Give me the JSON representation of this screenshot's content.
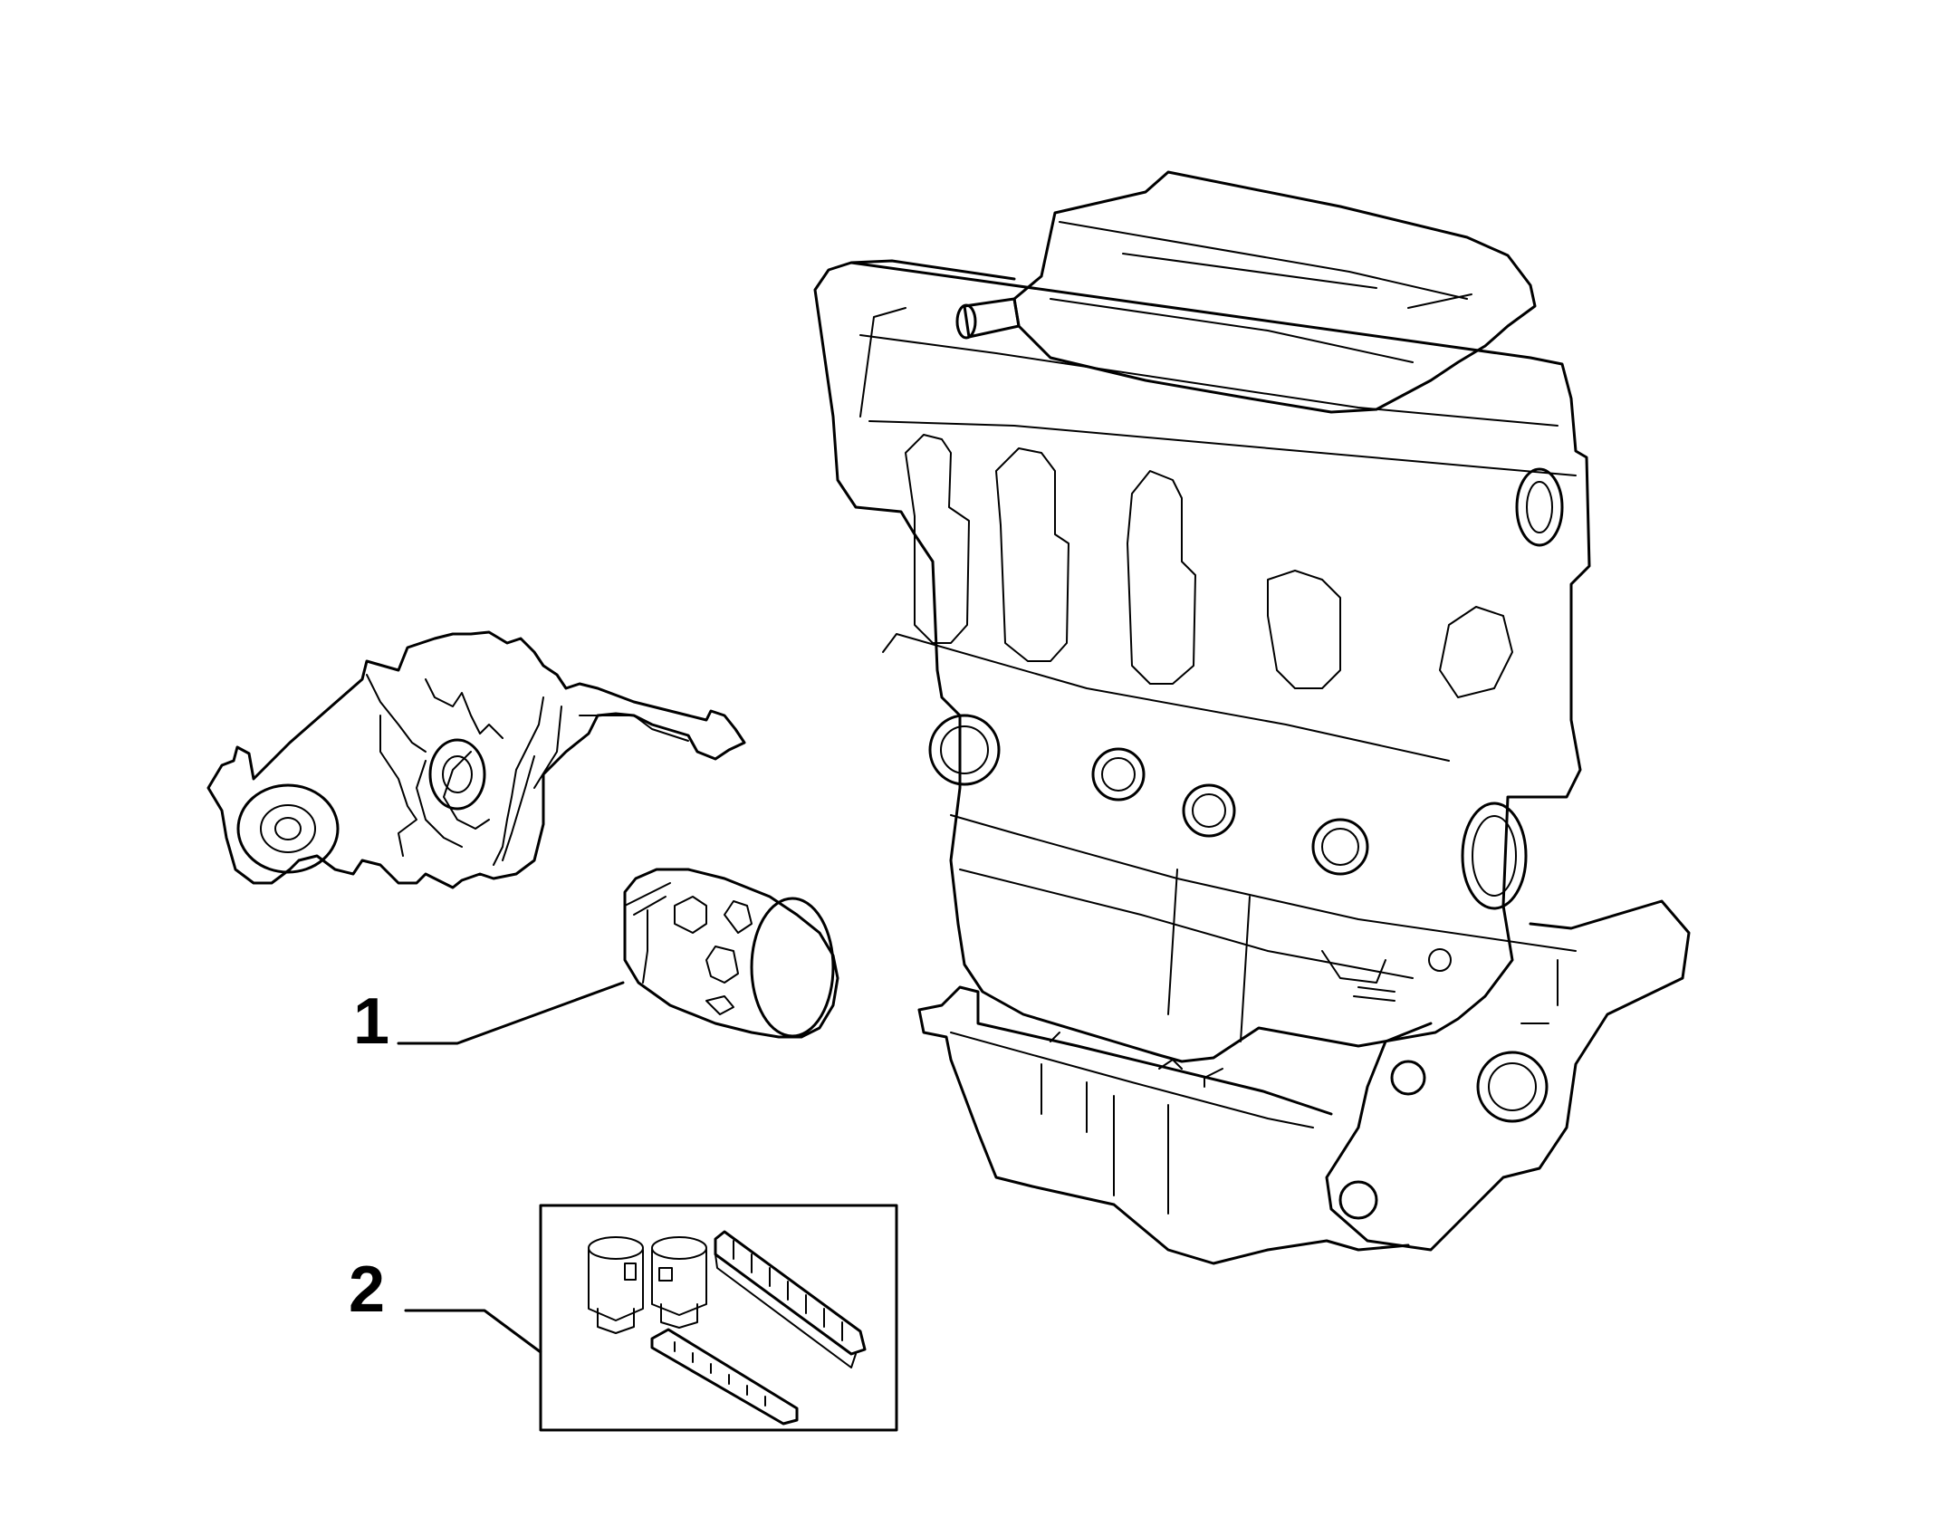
{
  "callouts": [
    {
      "id": "1",
      "label": "1",
      "part": "oil-filter"
    },
    {
      "id": "2",
      "label": "2",
      "part": "filter-kit"
    }
  ],
  "colors": {
    "line": "#000000",
    "background": "#ffffff"
  }
}
